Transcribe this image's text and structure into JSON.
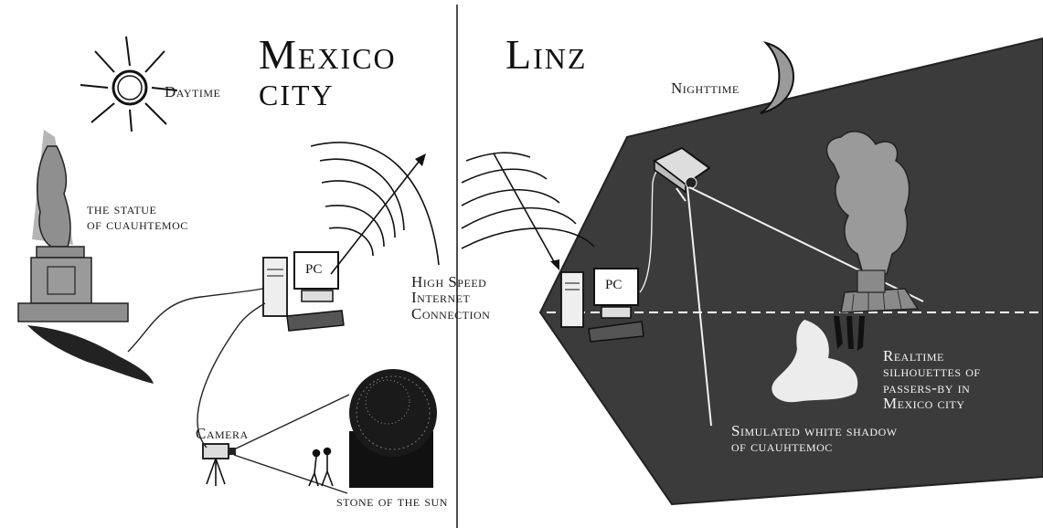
{
  "left_city": "Mexico\ncity",
  "right_city": "Linz",
  "daytime": "Daytime",
  "nighttime": "Nighttime",
  "statue_label": "the statue\nof cuauhtemoc",
  "pc_left": "PC",
  "pc_right": "PC",
  "internet_label": "High Speed\nInternet\nConnection",
  "camera_label": "Camera",
  "stone_label": "stone of the sun",
  "silhouettes_label": "Realtime\nsilhouettes of\npassers-by in\nMexico city",
  "shadow_label": "Simulated white shadow\nof cuauhtemoc",
  "colors": {
    "panel": "#3b3b3b",
    "ink": "#111111",
    "moon": "#9a9a9a",
    "statue": "#9c9c9c"
  },
  "icons": [
    "sun-icon",
    "moon-icon",
    "statue-icon",
    "pc-icon",
    "camera-icon",
    "projector-icon",
    "stone-of-the-sun-icon",
    "silhouette-icon"
  ]
}
